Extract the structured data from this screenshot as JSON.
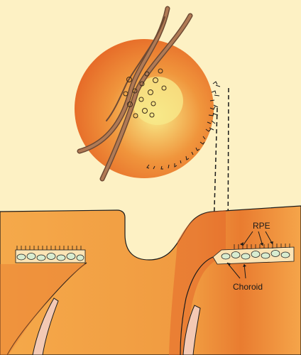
{
  "labels": {
    "rpe": "RPE",
    "choroid": "Choroid"
  },
  "colors": {
    "background": "#fdf1c4",
    "tissue": "#f29a3f",
    "tissue_dark": "#e4682a",
    "disc_center": "#f7e37a",
    "vessel": "#9a6a48",
    "outline": "#1a1a1a",
    "cell_layer": "#d8ecd0",
    "pink_layer": "#f3c9b4"
  },
  "icons": [
    "optic-disc",
    "retinal-vessels",
    "drusen",
    "pigment-migration",
    "cross-section"
  ]
}
